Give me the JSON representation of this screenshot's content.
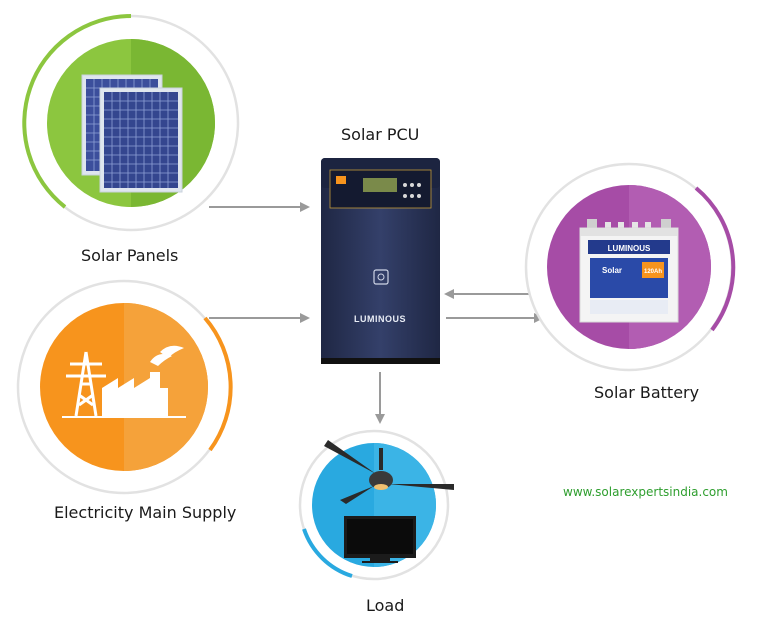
{
  "nodes": {
    "pcu": {
      "label": "Solar PCU"
    },
    "panels": {
      "label": "Solar Panels"
    },
    "mains": {
      "label": "Electricity Main Supply"
    },
    "battery": {
      "label": "Solar Battery",
      "brand_text": "LUMINOUS",
      "sub_brand_text": "Solar",
      "capacity_text": "120Ah"
    },
    "load": {
      "label": "Load"
    }
  },
  "pcu_brand_text": "LUMINOUS",
  "website": "www.solarexpertsindia.com",
  "colors": {
    "green": "#8cc63f",
    "orange": "#f7941d",
    "purple": "#a64ca6",
    "blue": "#29a9e0",
    "arrow": "#9a9a9a",
    "pcu_body": "#2c3558",
    "website": "#2e9e2e"
  },
  "icons": {
    "panels": "solar-panel-icon",
    "mains": "power-tower-factory-icon",
    "battery": "battery-icon",
    "load": "fan-tv-icon"
  },
  "connections": [
    {
      "from": "Solar Panels",
      "to": "Solar PCU"
    },
    {
      "from": "Electricity Main Supply",
      "to": "Solar PCU"
    },
    {
      "from": "Solar PCU",
      "to": "Solar Battery"
    },
    {
      "from": "Solar Battery",
      "to": "Solar PCU"
    },
    {
      "from": "Solar PCU",
      "to": "Load"
    }
  ]
}
